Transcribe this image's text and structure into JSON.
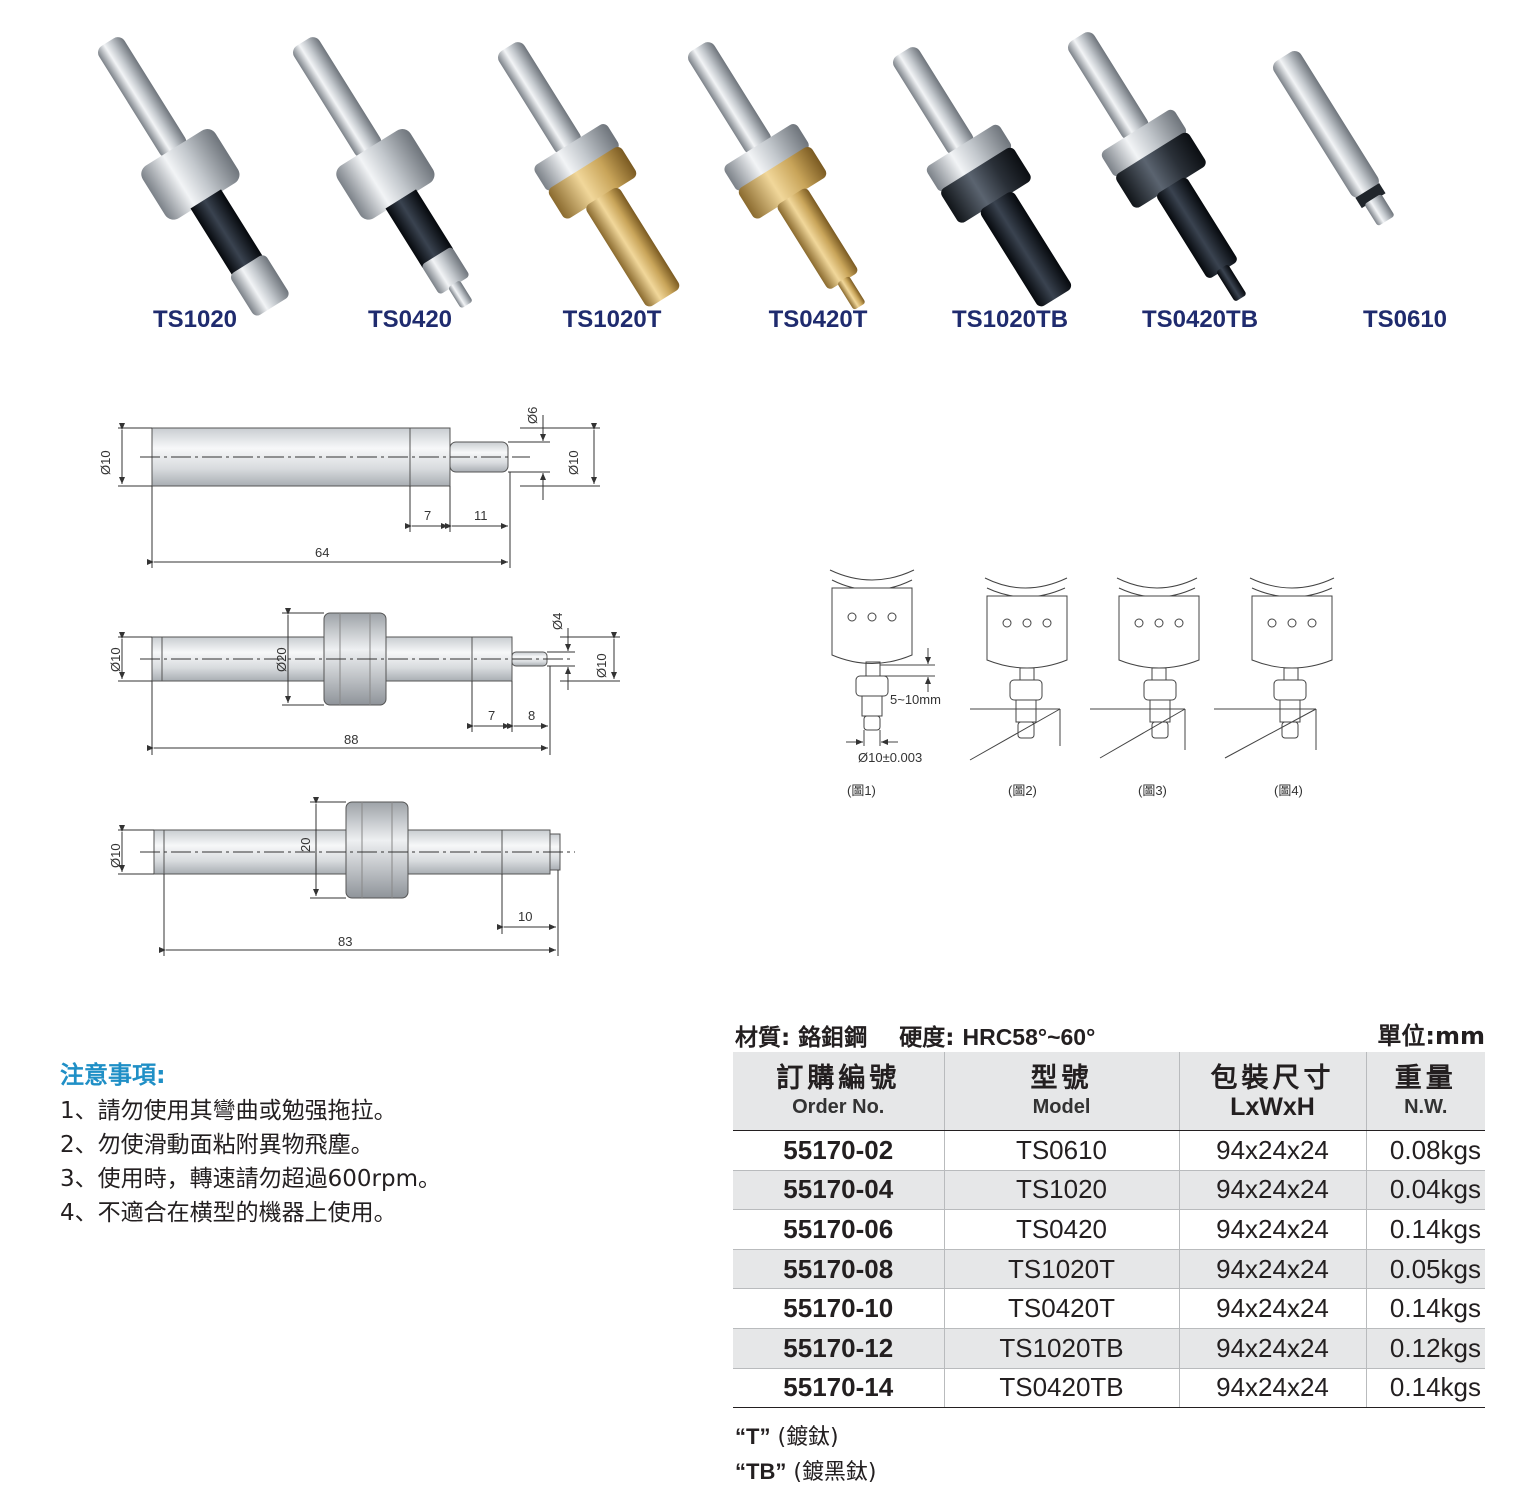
{
  "products": [
    {
      "label": "TS1020",
      "style": "silver-black"
    },
    {
      "label": "TS0420",
      "style": "silver-black-small"
    },
    {
      "label": "TS1020T",
      "style": "silver-gold"
    },
    {
      "label": "TS0420T",
      "style": "silver-gold-small"
    },
    {
      "label": "TS1020TB",
      "style": "black"
    },
    {
      "label": "TS0420TB",
      "style": "black-small"
    },
    {
      "label": "TS0610",
      "style": "silver-plain"
    }
  ],
  "drawings": {
    "d1": {
      "dia_left": "Ø10",
      "dia_tip": "Ø6",
      "dia_right": "Ø10",
      "len_a": "7",
      "len_b": "11",
      "len_total": "64"
    },
    "d2": {
      "dia_left": "Ø10",
      "dia_body": "Ø20",
      "dia_tip": "Ø4",
      "dia_right": "Ø10",
      "len_a": "7",
      "len_b": "8",
      "len_total": "88"
    },
    "d3": {
      "dia_left": "Ø10",
      "dia_body": "20",
      "len_a": "10",
      "len_total": "83"
    }
  },
  "usage": {
    "gap": "5~10mm",
    "tolerance": "Ø10±0.003",
    "figures": [
      "(圖1)",
      "(圖2)",
      "(圖3)",
      "(圖4)"
    ]
  },
  "notes": {
    "title": "注意事項:",
    "items": [
      "1、請勿使用其彎曲或勉强拖拉。",
      "2、勿使滑動面粘附異物飛塵。",
      "3、使用時，轉速請勿超過600rpm。",
      "4、不適合在横型的機器上使用。"
    ]
  },
  "spec": {
    "material_label": "材質:",
    "material_value": "鉻鉬鋼",
    "hardness_label": "硬度:",
    "hardness_value": "HRC58°~60°",
    "unit": "單位:mm"
  },
  "table": {
    "headers": [
      {
        "cn": "訂購編號",
        "en": "Order No."
      },
      {
        "cn": "型號",
        "en": "Model"
      },
      {
        "cn": "包裝尺寸",
        "en": "LxWxH"
      },
      {
        "cn": "重量",
        "en": "N.W."
      }
    ],
    "rows": [
      [
        "55170-02",
        "TS0610",
        "94x24x24",
        "0.08kgs"
      ],
      [
        "55170-04",
        "TS1020",
        "94x24x24",
        "0.04kgs"
      ],
      [
        "55170-06",
        "TS0420",
        "94x24x24",
        "0.14kgs"
      ],
      [
        "55170-08",
        "TS1020T",
        "94x24x24",
        "0.05kgs"
      ],
      [
        "55170-10",
        "TS0420T",
        "94x24x24",
        "0.14kgs"
      ],
      [
        "55170-12",
        "TS1020TB",
        "94x24x24",
        "0.12kgs"
      ],
      [
        "55170-14",
        "TS0420TB",
        "94x24x24",
        "0.14kgs"
      ]
    ]
  },
  "legend": [
    {
      "code": "“T”",
      "desc": "(鍍鈦)"
    },
    {
      "code": "“TB”",
      "desc": "(鍍黑鈦)"
    }
  ]
}
